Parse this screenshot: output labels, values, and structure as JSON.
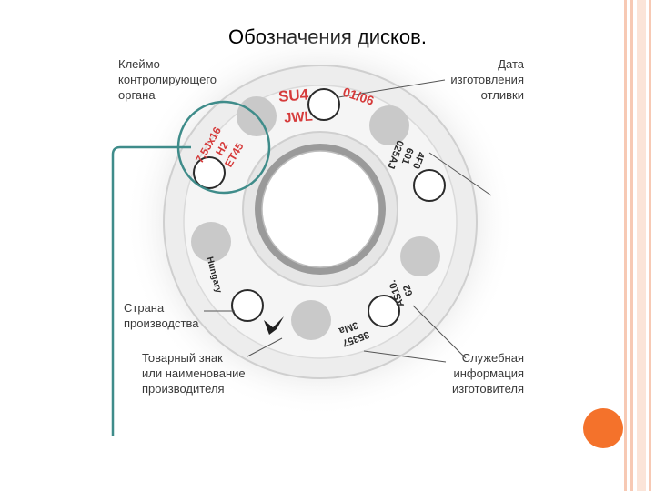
{
  "title": "Обозначения дисков.",
  "labels": {
    "stamp": "Клеймо\nконтролирующего\nоргана",
    "date": "Дата\nизготовления\nотливки",
    "country": "Страна\nпроизводства",
    "trademark": "Товарный знак\nили наименование\nпроизводителя",
    "service": "Служебная\nинформация\nизготовителя"
  },
  "wheel_markings": {
    "su4": "SU4",
    "jwl": "JWL",
    "date_code": "01/06",
    "size_line1": "7,5Jx16",
    "size_line2": "H2",
    "size_line3": "ET45",
    "code_line1": "4F0",
    "code_line2": "601",
    "code_line3": "025AJ",
    "country": "Hungary",
    "service_line1": "AS10.",
    "service_line2": "62",
    "serial_line1": "35357",
    "serial_line2": "3Ма"
  },
  "colors": {
    "accent_teal": "#3f8c8a",
    "stamp_red": "#d63b3b",
    "orange": "#f4722b",
    "text_gray": "#3a3a3a"
  }
}
